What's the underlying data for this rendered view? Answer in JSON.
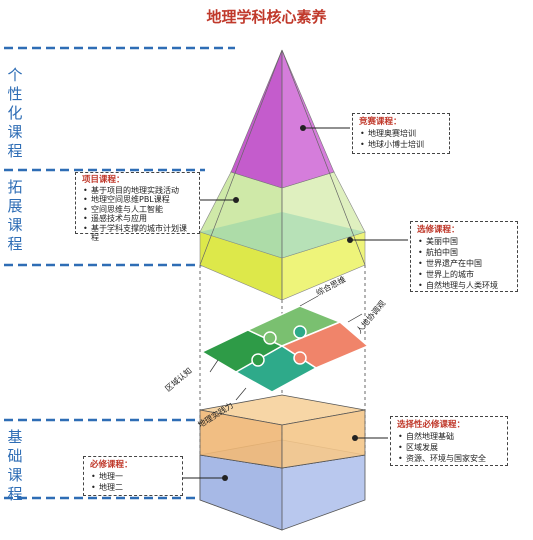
{
  "title": "地理学科核心素养",
  "side_labels": {
    "top": "个性化课程",
    "middle": "拓展课程",
    "bottom": "基础课程"
  },
  "boxes": {
    "competition": {
      "title": "竞赛课程：",
      "items": [
        "地理奥赛培训",
        "地球小博士培训"
      ]
    },
    "project": {
      "title": "项目课程：",
      "items": [
        "基于项目的地理实践活动",
        "地理空间思维PBL课程",
        "空间思维与人工智能",
        "遥感技术与应用",
        "基于学科支撑的城市计划课程"
      ]
    },
    "elective": {
      "title": "选修课程：",
      "items": [
        "美丽中国",
        "航拍中国",
        "世界遗产在中国",
        "世界上的城市",
        "自然地理与人类环境"
      ]
    },
    "selective_required": {
      "title": "选择性必修课程：",
      "items": [
        "自然地理基础",
        "区域发展",
        "资源、环境与国家安全"
      ]
    },
    "required": {
      "title": "必修课程：",
      "items": [
        "地理一",
        "地理二"
      ]
    }
  },
  "puzzle_labels": {
    "comprehensive": "综合思维",
    "human_land": "人地协调观",
    "regional": "区域认知",
    "practice": "地理实践力"
  },
  "colors": {
    "title": "#c0392b",
    "side_label": "#2e6db5",
    "dash_line": "#2e6db5",
    "pyramid_top": "#cc66cc",
    "pyramid_middle": "#ccee99",
    "pyramid_band": "#ddee44",
    "puzzle_green": "#2e9b47",
    "puzzle_light_green": "#7ac070",
    "puzzle_salmon": "#f0846a",
    "puzzle_teal": "#2eaa8a",
    "box_top": "#f5c78a",
    "box_bottom": "#b9c8ee"
  }
}
